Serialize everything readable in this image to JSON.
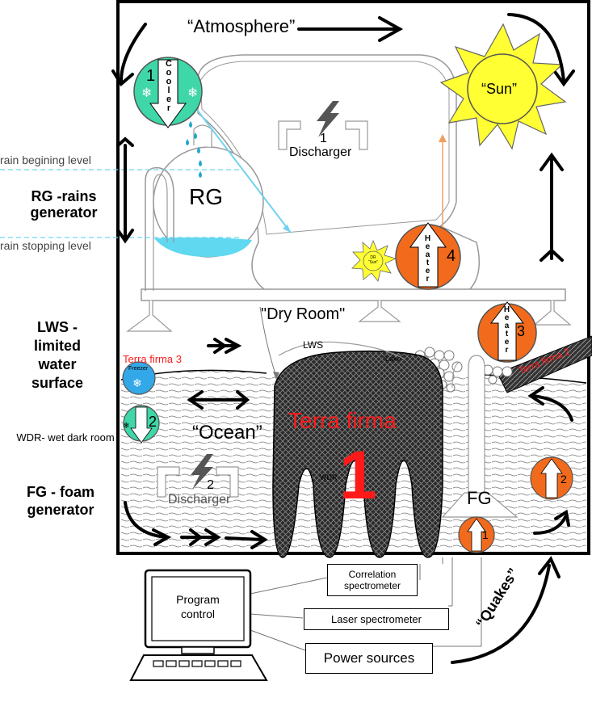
{
  "labels": {
    "atmosphere": "“Atmosphere”",
    "sun": "“Sun”",
    "cooler_number": "1",
    "cooler_letters": "Cooler",
    "discharger1_number": "1",
    "discharger1_label": "Discharger",
    "rg": "RG",
    "dry_room": "\"Dry Room\"",
    "heater_letters": "Heater",
    "heater4_number": "4",
    "heater3_number": "3",
    "dr_sun": "DR “Sun”",
    "lws_small": "LWS",
    "lake": "“Lake”",
    "terra_firma3": "Terra firma 3",
    "freezer": "Freezer",
    "terra_firma1": "Terra firma",
    "terra_firma1_number": "1",
    "terra_firma2": "Terra firma 2",
    "ocean": "“Ocean”",
    "wdr_small": "WDR",
    "cooler2_number": "2",
    "discharger2_number": "2",
    "discharger2_label": "Discharger",
    "fg": "FG",
    "heater2_number": "2",
    "heater1_number": "1",
    "quakes": "“Quakes”"
  },
  "side_labels": {
    "rain_begin": "rain begining level",
    "rg_title": "RG -rains generator",
    "rain_stop": "rain stopping level",
    "lws_title": "LWS - limited water surface",
    "wdr_title": "WDR- wet dark room",
    "fg_title": "FG - foam generator"
  },
  "instruments": {
    "correlation": "Correlation spectrometer",
    "laser": "Laser spectrometer",
    "power": "Power sources",
    "program": "Program control"
  },
  "colors": {
    "cooler": "#3fd6a8",
    "heater": "#f26b1d",
    "sun": "#ffff33",
    "water": "#5fd8f0",
    "terra_firma_text": "#ff1a1a",
    "freezer": "#33a8e8",
    "rain_line": "#6fd3ef"
  }
}
